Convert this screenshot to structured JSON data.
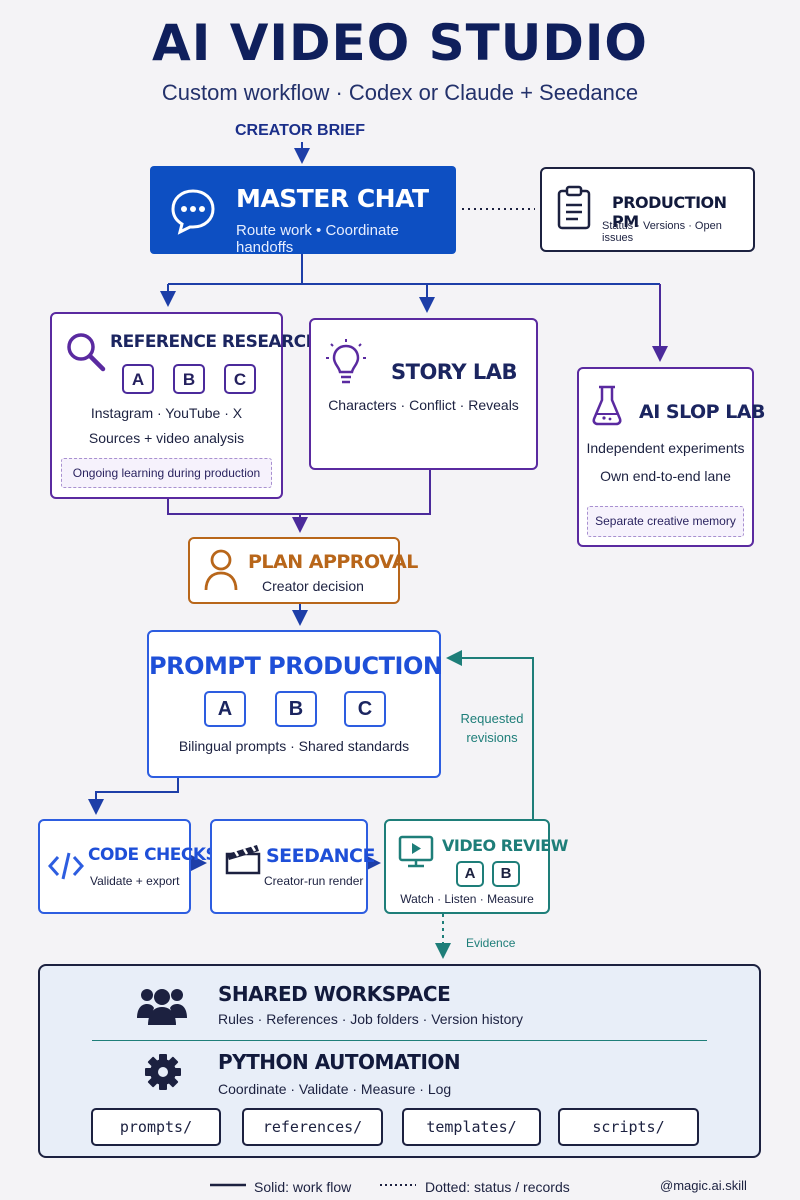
{
  "title": "AI VIDEO STUDIO",
  "subtitle": "Custom workflow · Codex or Claude + Seedance",
  "creator_brief": "CREATOR BRIEF",
  "master_chat": {
    "title": "MASTER CHAT",
    "sub": "Route work • Coordinate handoffs"
  },
  "production_pm": {
    "title": "PRODUCTION PM",
    "sub": "Status · Versions · Open issues"
  },
  "reference_research": {
    "title": "REFERENCE RESEARCH",
    "letters": [
      "A",
      "B",
      "C"
    ],
    "line1": "Instagram · YouTube · X",
    "line2": "Sources + video analysis",
    "note": "Ongoing learning during production"
  },
  "story_lab": {
    "title": "STORY LAB",
    "sub": "Characters · Conflict · Reveals"
  },
  "ai_slop_lab": {
    "title": "AI SLOP LAB",
    "line1": "Independent experiments",
    "line2": "Own end-to-end lane",
    "note": "Separate creative memory"
  },
  "plan_approval": {
    "title": "PLAN APPROVAL",
    "sub": "Creator decision"
  },
  "prompt_production": {
    "title": "PROMPT PRODUCTION",
    "letters": [
      "A",
      "B",
      "C"
    ],
    "sub": "Bilingual prompts · Shared standards"
  },
  "requested_revisions": [
    "Requested",
    "revisions"
  ],
  "code_checks": {
    "title": "CODE CHECKS",
    "sub": "Validate + export"
  },
  "seedance": {
    "title": "SEEDANCE",
    "sub": "Creator-run render"
  },
  "video_review": {
    "title": "VIDEO REVIEW",
    "letters": [
      "A",
      "B"
    ],
    "sub": "Watch · Listen · Measure"
  },
  "evidence": "Evidence",
  "shared_workspace": {
    "title": "SHARED WORKSPACE",
    "sub": "Rules · References · Job folders · Version history"
  },
  "python_automation": {
    "title": "PYTHON AUTOMATION",
    "sub": "Coordinate · Validate · Measure · Log"
  },
  "folders": [
    "prompts/",
    "references/",
    "templates/",
    "scripts/"
  ],
  "legend": {
    "solid": "Solid: work flow",
    "dotted": "Dotted: status / records"
  },
  "handle": "@magic.ai.skill",
  "icons": [
    "chat-bubble-icon",
    "clipboard-icon",
    "magnifier-icon",
    "lightbulb-icon",
    "flask-icon",
    "person-icon",
    "code-icon",
    "clapperboard-icon",
    "play-screen-icon",
    "people-icon",
    "gear-icon"
  ],
  "colors": {
    "navy": "#0f1f5c",
    "blue": "#0d4fc2",
    "purple": "#5a2aa0",
    "orange": "#b8661a",
    "teal": "#1e7e79"
  }
}
